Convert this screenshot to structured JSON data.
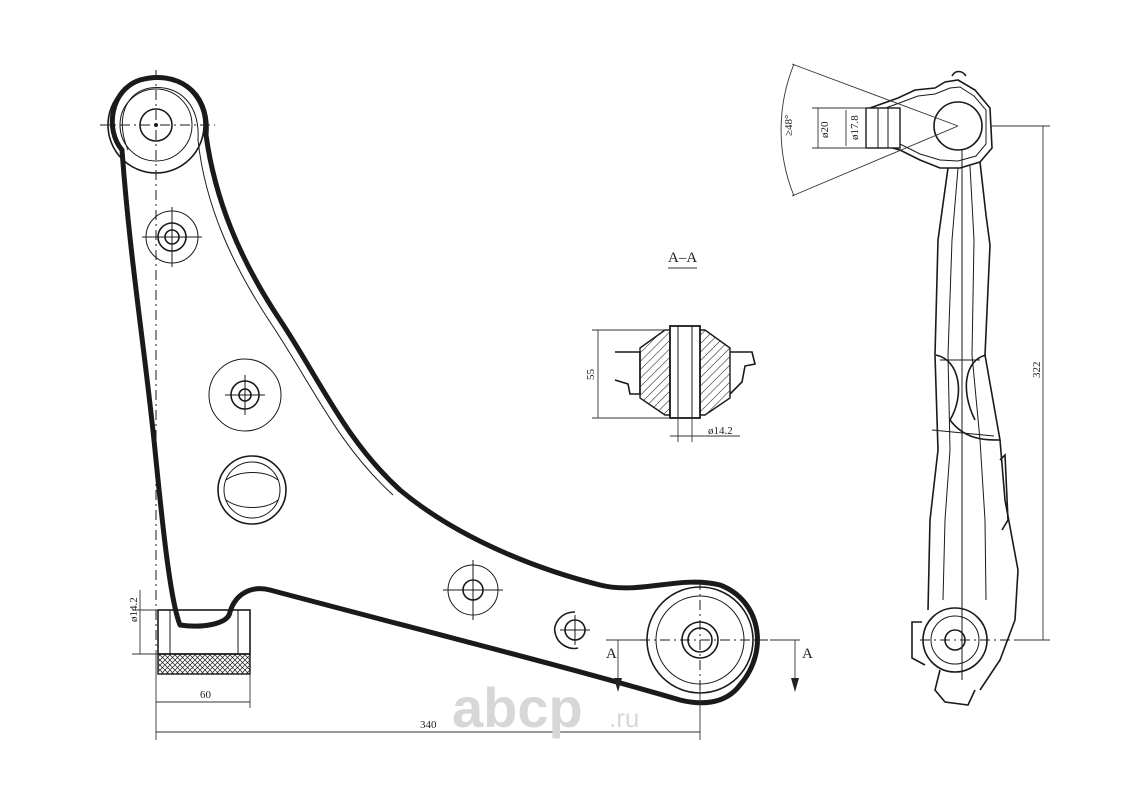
{
  "colors": {
    "line": "#1a1a1a",
    "watermark": "#d7d7d7",
    "background": "#ffffff"
  },
  "drawing": {
    "section_title": "A–A",
    "section_marker": "A",
    "dimensions": {
      "overall_length": "340",
      "bushing_offset": "60",
      "bushing_bore_side": "ø14.2",
      "section_height": "55",
      "section_bore": "ø14.2",
      "height": "322",
      "ball_joint_d1": "ø20",
      "ball_joint_d2": "ø17.8",
      "ball_joint_angle": "≥48°"
    }
  },
  "watermark": {
    "brand": "abcp",
    "suffix": ".ru"
  }
}
